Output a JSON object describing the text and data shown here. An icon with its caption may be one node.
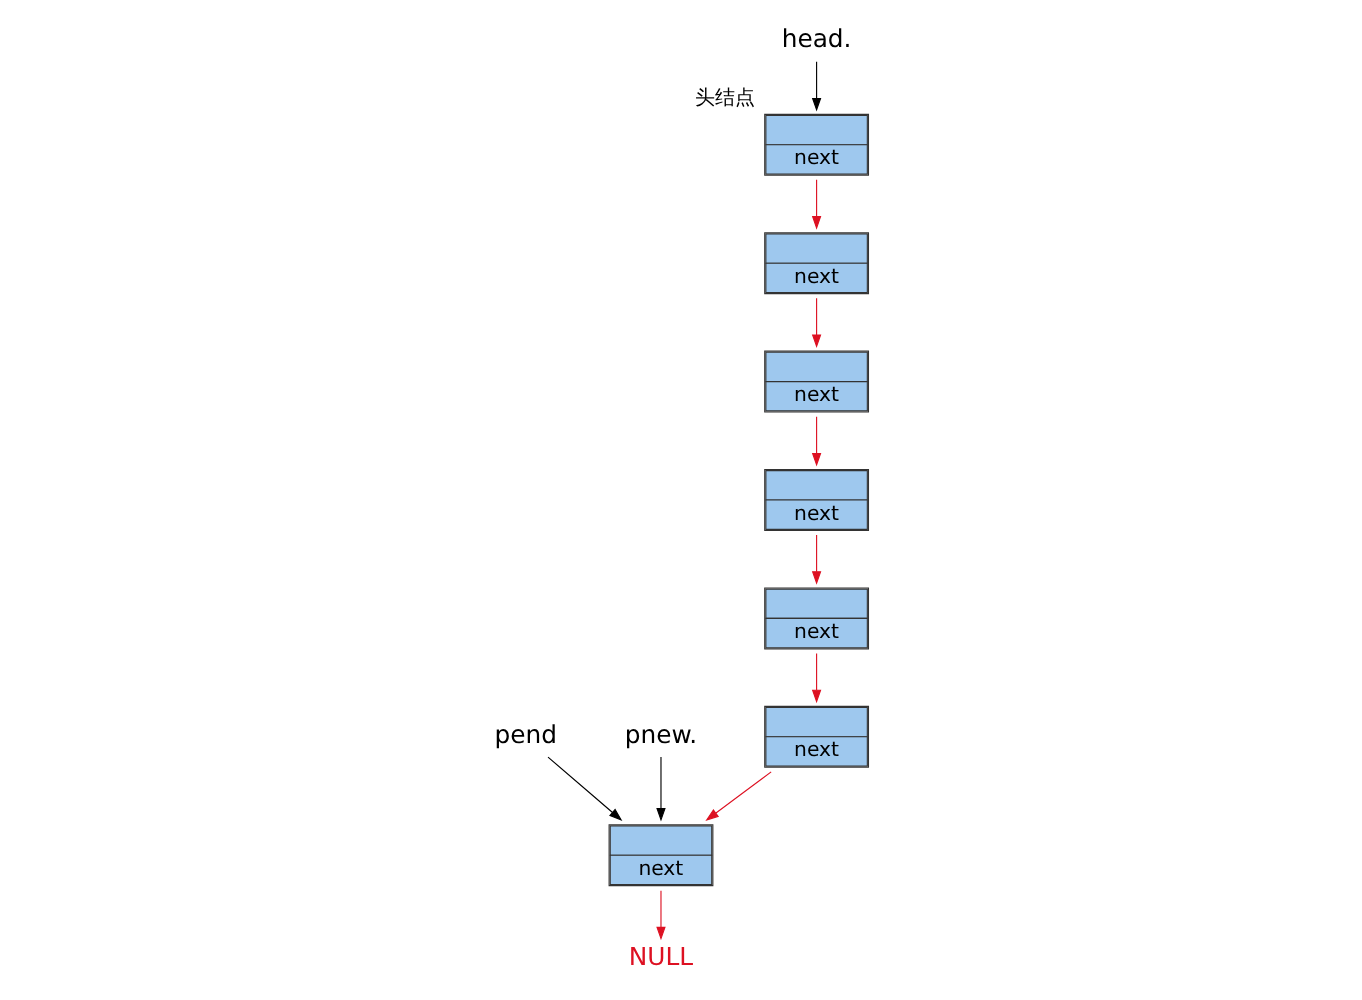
{
  "diagram": {
    "nodes": [
      {
        "text": [
          "next"
        ],
        "beside": [
          "头结点"
        ]
      },
      {
        "text": [
          "head."
        ]
      },
      {
        "text": [
          "next"
        ]
      },
      {
        "text": [
          "next"
        ]
      },
      {
        "text": [
          "next"
        ]
      },
      {
        "text": [
          "next"
        ]
      },
      {
        "text": [
          "NULL"
        ]
      },
      {
        "text": [
          "next"
        ]
      },
      {
        "text": [
          "next"
        ]
      },
      {
        "text": [
          "pend"
        ]
      },
      {
        "text": [
          "pnew."
        ]
      }
    ],
    "edges": [
      {
        "from": 1,
        "to": 0,
        "arrow": "to",
        "color": "#000000"
      },
      {
        "from": 0,
        "to": 4,
        "arrow": "to"
      },
      {
        "from": 4,
        "to": 2,
        "arrow": "to"
      },
      {
        "from": 2,
        "to": 5,
        "arrow": "to"
      },
      {
        "from": 5,
        "to": 7,
        "arrow": "to"
      },
      {
        "from": 7,
        "to": 3,
        "arrow": "to"
      },
      {
        "from": 3,
        "to": 8,
        "arrow": "to"
      },
      {
        "from": 8,
        "to": 6,
        "arrow": "to"
      },
      {
        "from": 9,
        "to": 8,
        "arrow": "to",
        "color": "#000000"
      },
      {
        "from": 10,
        "to": 8,
        "arrow": "to",
        "color": "#000000"
      }
    ]
  }
}
